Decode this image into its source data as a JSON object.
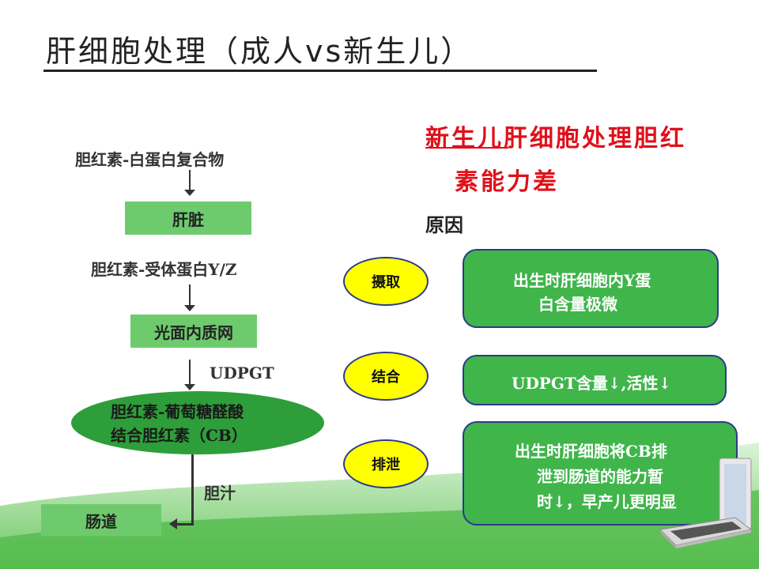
{
  "title": "肝细胞处理（成人vs新生儿）",
  "flow": {
    "step1": "胆红素-白蛋白复合物",
    "box1": "肝脏",
    "step2": "胆红素-受体蛋白Y/Z",
    "box2": "光面内质网",
    "enzyme": "UDPGT",
    "ellipse_line1": "胆红素-葡萄糖醛酸",
    "ellipse_line2": "结合胆红素（CB）",
    "bile": "胆汁",
    "box3": "肠道"
  },
  "right": {
    "headline_line1": "新生儿肝细胞处理胆红",
    "headline_line2": "素能力差",
    "reason_label": "原因",
    "items": [
      {
        "tag": "摄取",
        "desc_line1": "出生时肝细胞内Y蛋",
        "desc_line2": "白含量极微"
      },
      {
        "tag": "结合",
        "desc_line1": "UDPGT含量↓,活性↓",
        "desc_line2": ""
      },
      {
        "tag": "排泄",
        "desc_line1": "出生时肝细胞将CB排",
        "desc_line2": "泄到肠道的能力暂",
        "desc_line3": "时↓，早产儿更明显"
      }
    ]
  },
  "colors": {
    "green_box": "#6dcb6d",
    "green_card": "#3fb54a",
    "ellipse": "#2e9e3a",
    "tag_oval": "#ffff00",
    "headline": "#e0101a",
    "border": "#2b3a8c"
  },
  "icons": [
    "laptop-icon"
  ]
}
